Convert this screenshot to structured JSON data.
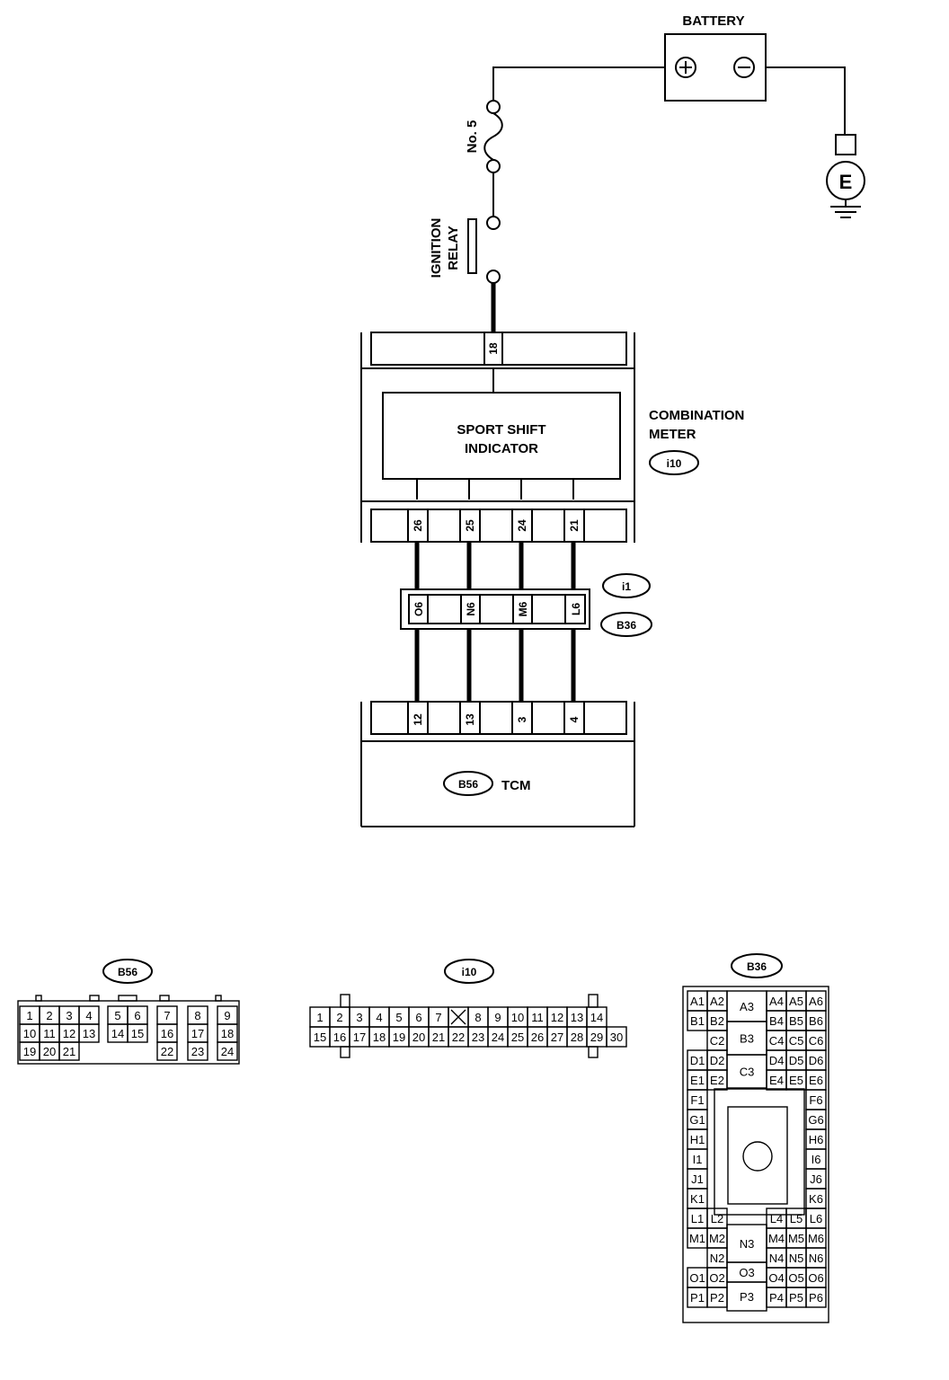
{
  "battery": {
    "label": "BATTERY"
  },
  "fuse": {
    "label": "No. 5"
  },
  "relay": {
    "label_line1": "IGNITION",
    "label_line2": "RELAY"
  },
  "ground": {
    "label": "E"
  },
  "meter": {
    "label_line1": "COMBINATION",
    "label_line2": "METER",
    "connector_id": "i10",
    "top_pin": "18",
    "indicator_line1": "SPORT SHIFT",
    "indicator_line2": "INDICATOR",
    "bottom_pins": [
      "26",
      "25",
      "24",
      "21"
    ]
  },
  "joint": {
    "connector_a": "i1",
    "connector_b": "B36",
    "pins": [
      "O6",
      "N6",
      "M6",
      "L6"
    ]
  },
  "tcm": {
    "connector_id": "B56",
    "label": "TCM",
    "pins": [
      "12",
      "13",
      "3",
      "4"
    ]
  },
  "connector_views": {
    "b56": {
      "title": "B56",
      "rows": [
        [
          "1",
          "2",
          "3",
          "4",
          "5",
          "6",
          "7",
          "8",
          "9"
        ],
        [
          "10",
          "11",
          "12",
          "13",
          "14",
          "15",
          "16",
          "17",
          "18"
        ],
        [
          "19",
          "20",
          "21",
          "22",
          "23",
          "24"
        ]
      ]
    },
    "i10": {
      "title": "i10",
      "row1": [
        "1",
        "2",
        "3",
        "4",
        "5",
        "6",
        "7",
        "",
        "8",
        "9",
        "10",
        "11",
        "12",
        "13",
        "14"
      ],
      "row2": [
        "15",
        "16",
        "17",
        "18",
        "19",
        "20",
        "21",
        "22",
        "23",
        "24",
        "25",
        "26",
        "27",
        "28",
        "29",
        "30"
      ]
    },
    "b36": {
      "title": "B36",
      "left_rows": [
        [
          "A1",
          "A2"
        ],
        [
          "B1",
          "B2"
        ],
        [
          "",
          "C2"
        ],
        [
          "D1",
          "D2"
        ],
        [
          "E1",
          "E2"
        ],
        [
          "F1"
        ],
        [
          "G1"
        ],
        [
          "H1"
        ],
        [
          "I1"
        ],
        [
          "J1"
        ],
        [
          "K1"
        ],
        [
          "L1",
          "L2"
        ],
        [
          "M1",
          "M2"
        ],
        [
          "",
          "N2"
        ],
        [
          "O1",
          "O2"
        ],
        [
          "P1",
          "P2"
        ]
      ],
      "right_rows": [
        [
          "A4",
          "A5",
          "A6"
        ],
        [
          "B4",
          "B5",
          "B6"
        ],
        [
          "C4",
          "C5",
          "C6"
        ],
        [
          "D4",
          "D5",
          "D6"
        ],
        [
          "E4",
          "E5",
          "E6"
        ],
        [
          "F6"
        ],
        [
          "G6"
        ],
        [
          "H6"
        ],
        [
          "I6"
        ],
        [
          "J6"
        ],
        [
          "K6"
        ],
        [
          "L4",
          "L5",
          "L6"
        ],
        [
          "M4",
          "M5",
          "M6"
        ],
        [
          "N4",
          "N5",
          "N6"
        ],
        [
          "O4",
          "O5",
          "O6"
        ],
        [
          "P4",
          "P5",
          "P6"
        ]
      ],
      "center": [
        "A3",
        "B3",
        "C3",
        "N3",
        "O3",
        "P3"
      ]
    }
  }
}
